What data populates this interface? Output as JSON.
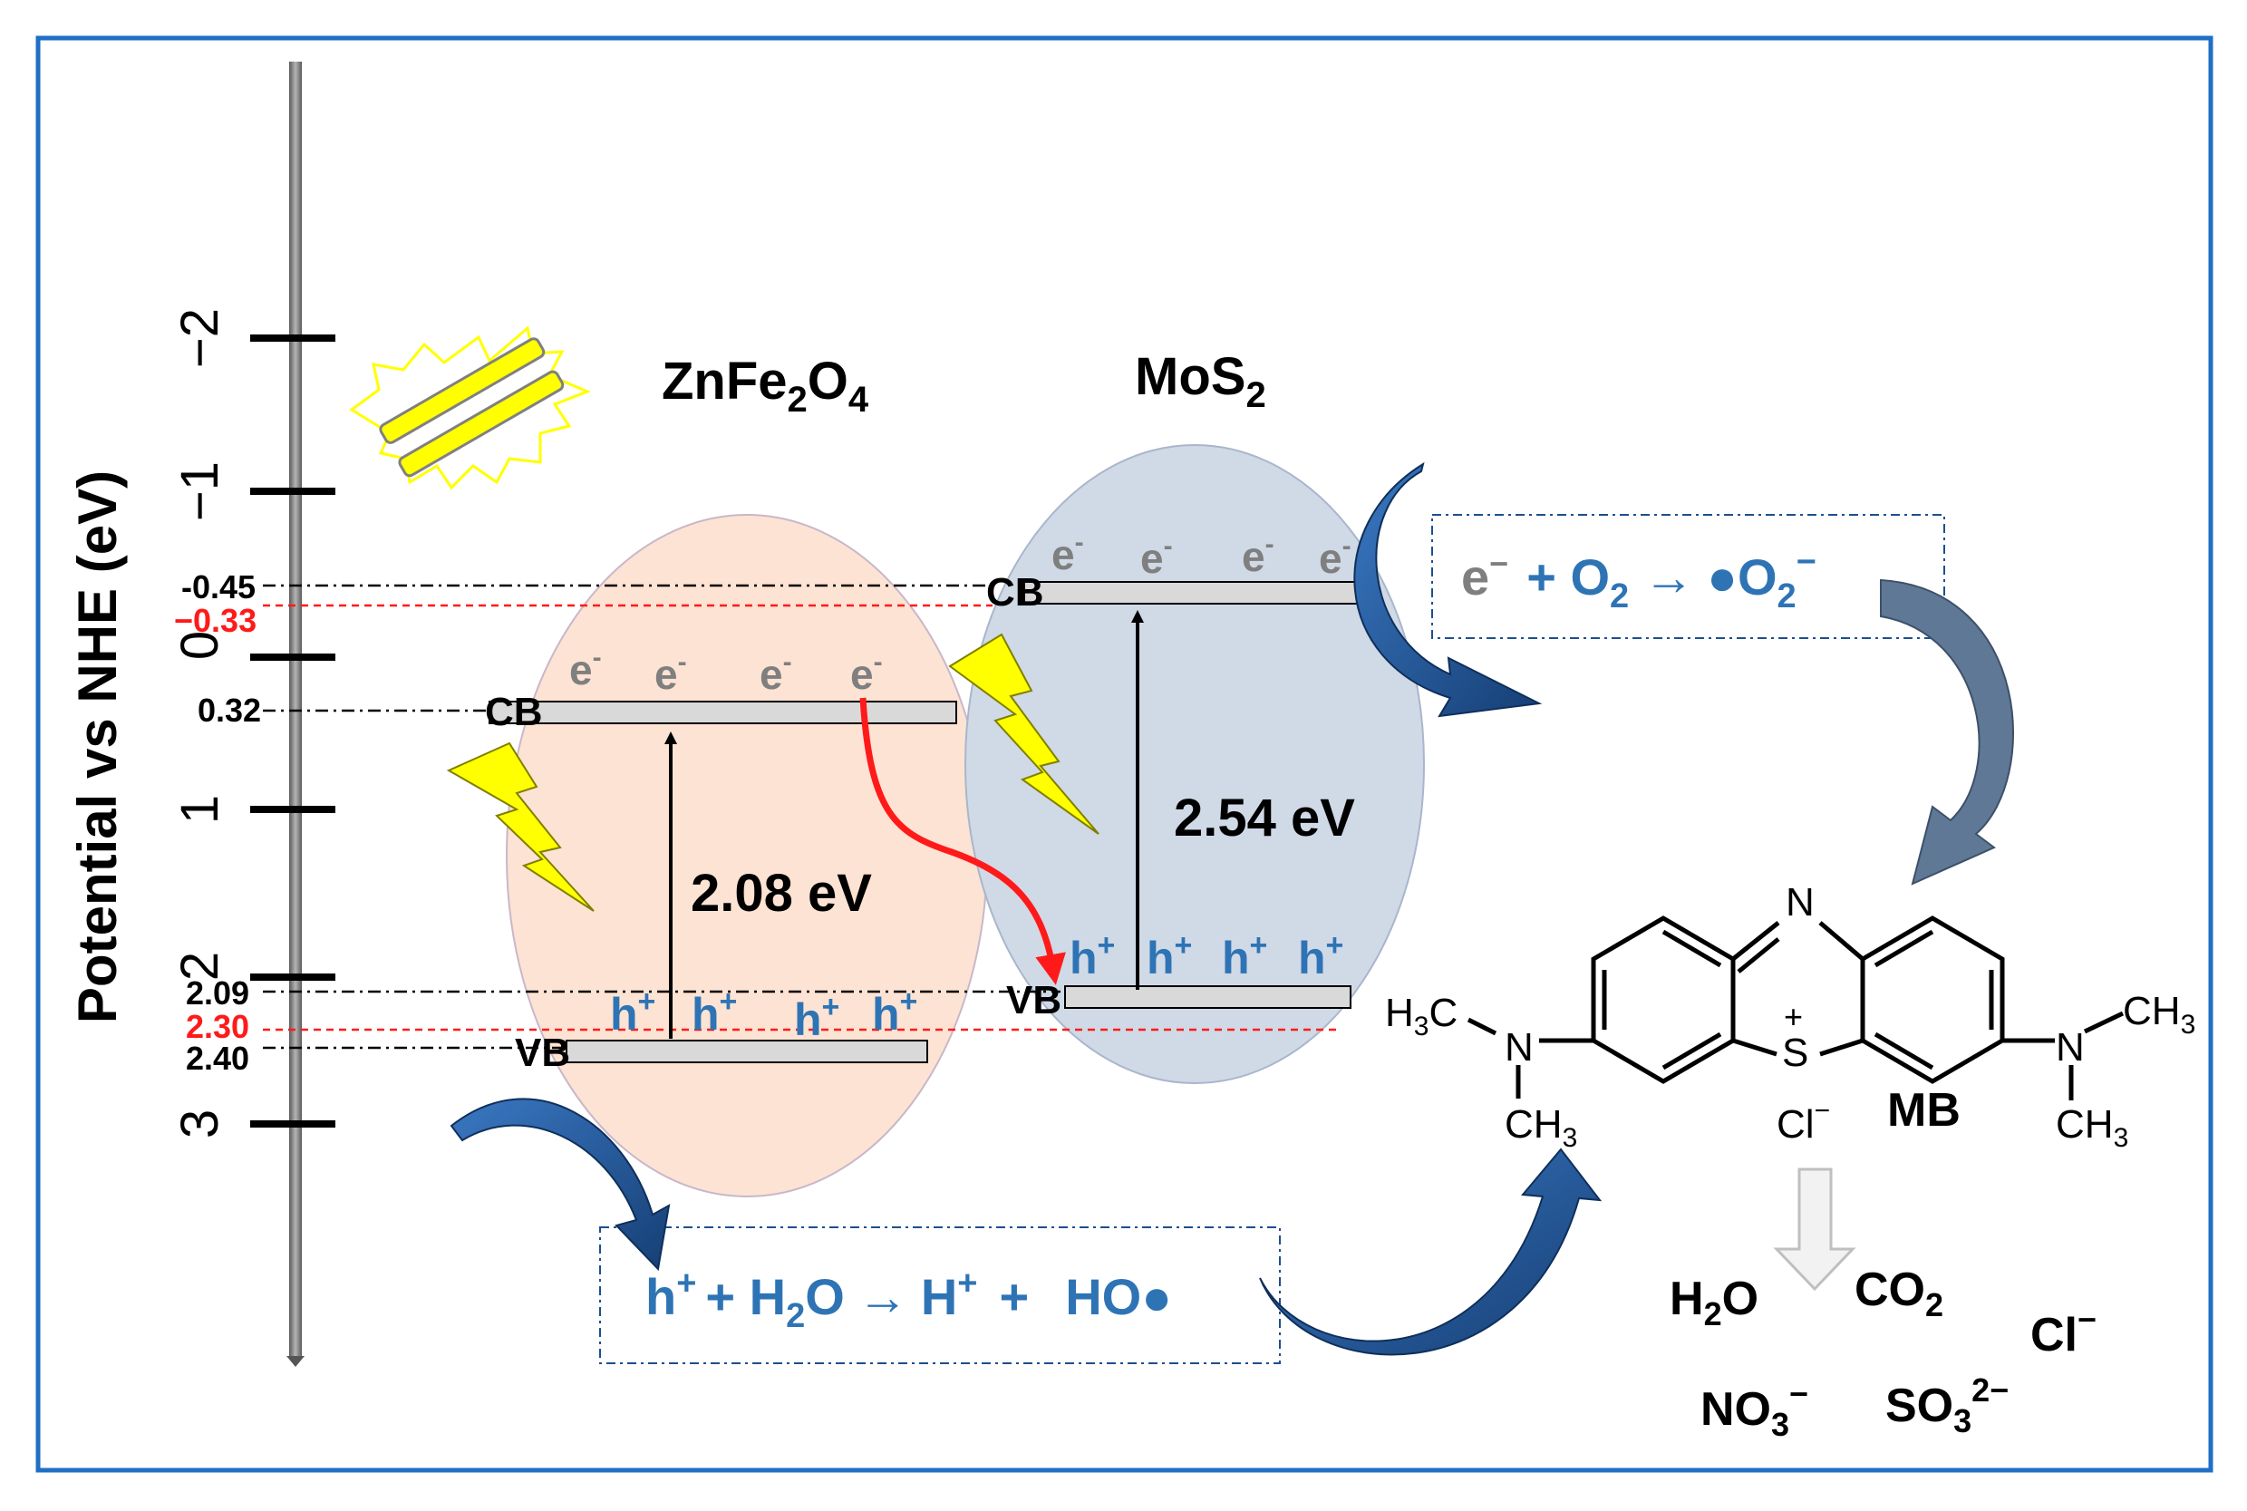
{
  "axis": {
    "label": "Potential vs NHE (eV)",
    "ticks": [
      "−2",
      "−1",
      "0",
      "1",
      "2",
      "3"
    ]
  },
  "levels": {
    "mos2_cb": "-0.45",
    "zfo_cb_ref": "−0.33",
    "zfo_cb": "0.32",
    "mos2_vb": "2.09",
    "mos2_vb_ref": "2.30",
    "zfo_vb": "2.40"
  },
  "materials": {
    "zfo": {
      "name": "ZnFe",
      "sub1": "2",
      "mid": "O",
      "sub2": "4",
      "gap": "2.08 eV"
    },
    "mos2": {
      "name": "MoS",
      "sub": "2",
      "gap": "2.54 eV"
    }
  },
  "band_labels": {
    "cb": "CB",
    "vb": "VB"
  },
  "carriers": {
    "electron": "e",
    "electron_sup": "-",
    "hole": "h",
    "hole_sup": "+"
  },
  "reactions": {
    "superoxide": {
      "e": "e",
      "e_sup": "−",
      "plus": "+ O",
      "o2_sub": "2",
      "arrow": "→",
      "dot": "●",
      "o": "O",
      "o_sub": "2",
      "o_sup": "−"
    },
    "hydroxyl": {
      "h": "h",
      "h_sup": "+",
      "plus1": "+ H",
      "h2o_sub": "2",
      "o": "O",
      "arrow": "→",
      "hplus": "H",
      "hplus_sup": "+",
      "plus2": "+",
      "ho": "HO",
      "dot": "●"
    }
  },
  "molecule": {
    "name": "MB",
    "n_top": "N",
    "s": "S",
    "s_charge": "+",
    "left_n": "N",
    "right_n": "N",
    "left_h3c": "H",
    "left_h3c_sub": "3",
    "left_h3c_c": "C",
    "left_ch3_c": "CH",
    "left_ch3_sub": "3",
    "right_ch3_top": "CH",
    "right_ch3_top_sub": "3",
    "right_ch3_bot": "CH",
    "right_ch3_bot_sub": "3",
    "counter_ion": "Cl",
    "counter_sup": "−"
  },
  "products": {
    "h2o": {
      "a": "H",
      "sub": "2",
      "b": "O"
    },
    "co2": {
      "a": "CO",
      "sub": "2"
    },
    "cl": {
      "a": "Cl",
      "sup": "−"
    },
    "no3": {
      "a": "NO",
      "sub": "3",
      "sup": "−"
    },
    "so4": {
      "a": "SO",
      "sub": "3",
      "sup": "2−"
    }
  },
  "colors": {
    "frame": "#1f6fc4",
    "zfo_fill": "#fde3d3",
    "mos2_fill": "#d0d9e6",
    "blue_text": "#2e74b5",
    "red": "#ff1a1a",
    "arrow_blue": "#1c4f8f",
    "arrow_grey": "#5f7896",
    "lightning": "#ffff00",
    "grey_text": "#7f7f7f"
  }
}
